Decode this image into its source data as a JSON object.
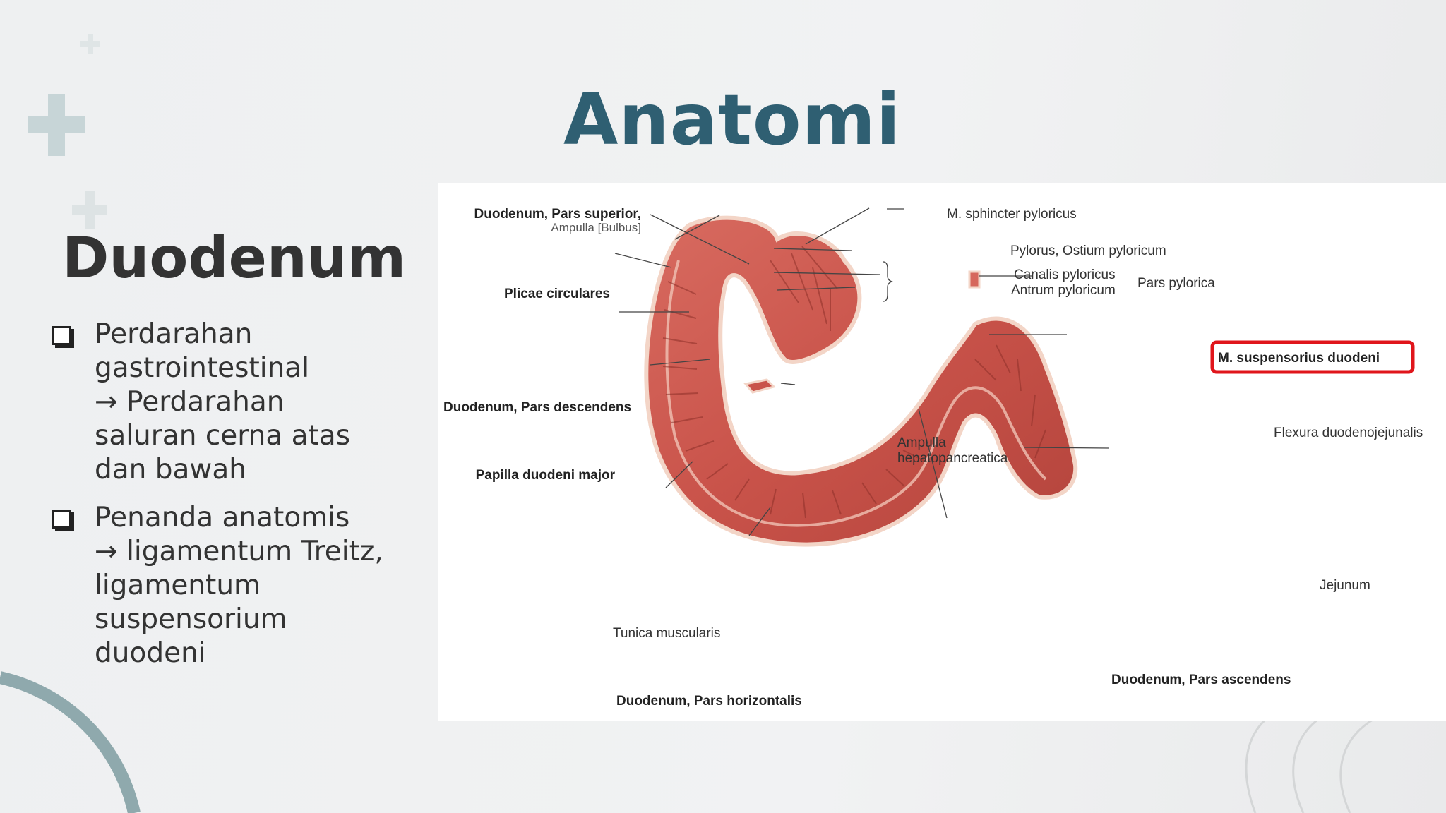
{
  "slide": {
    "title": "Anatomi",
    "subtitle": "Duodenum",
    "bullets": [
      {
        "lines": [
          "Perdarahan",
          "gastrointestinal",
          "→ Perdarahan",
          "saluran cerna atas",
          "dan bawah"
        ]
      },
      {
        "lines": [
          "Penanda anatomis",
          "→ ligamentum Treitz,",
          "ligamentum",
          "suspensorium",
          "duodeni"
        ]
      }
    ]
  },
  "figure": {
    "labels": {
      "pars_superior": "Duodenum, Pars superior,",
      "ampulla_bulbus": "Ampulla [Bulbus]",
      "sphincter": "M. sphincter pyloricus",
      "pylorus": "Pylorus, Ostium pyloricum",
      "canalis": "Canalis pyloricus",
      "antrum": "Antrum pyloricum",
      "pars_pylorica": "Pars pylorica",
      "plicae": "Plicae circulares",
      "suspensorius": "M. suspensorius duodeni",
      "pars_descendens": "Duodenum, Pars descendens",
      "flexura": "Flexura duodenojejunalis",
      "ampulla_hepato_1": "Ampulla",
      "ampulla_hepato_2": "hepatopancreatica",
      "papilla": "Papilla duodeni major",
      "jejunum": "Jejunum",
      "tunica": "Tunica muscularis",
      "pars_ascendens": "Duodenum, Pars ascendens",
      "pars_horizontalis": "Duodenum, Pars horizontalis"
    },
    "colors": {
      "organ": "#c9534a",
      "organ_light": "#e28a7e",
      "organ_dark": "#9e3a33",
      "highlight_box": "#e0151b"
    }
  }
}
